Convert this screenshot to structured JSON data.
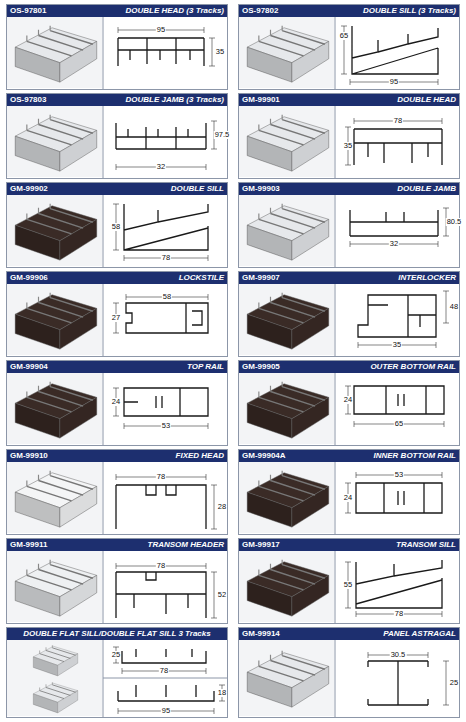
{
  "diagram": {
    "nodes": [
      {
        "text": [
          "OS-97801",
          "DOUBLE HEAD (3 Tracks)"
        ]
      },
      {
        "text": [
          "OS-97802",
          "DOUBLE SILL (3 Tracks)"
        ]
      },
      {
        "text": [
          "OS-97803",
          "DOUBLE JAMB (3 Tracks)"
        ]
      },
      {
        "text": [
          "GM-99901",
          "DOUBLE HEAD"
        ]
      },
      {
        "text": [
          "GM-99902",
          "DOUBLE SILL"
        ]
      },
      {
        "text": [
          "GM-99903",
          "DOUBLE JAMB"
        ]
      },
      {
        "text": [
          "GM-99906",
          "LOCKSTILE"
        ]
      },
      {
        "text": [
          "GM-99907",
          "INTERLOCKER"
        ]
      },
      {
        "text": [
          "GM-99904",
          "TOP RAIL"
        ]
      },
      {
        "text": [
          "GM-99905",
          "OUTER BOTTOM RAIL"
        ]
      },
      {
        "text": [
          "GM-99910",
          "FIXED HEAD"
        ]
      },
      {
        "text": [
          "GM-99904A",
          "INNER BOTTOM RAIL"
        ]
      },
      {
        "text": [
          "GM-99911",
          "TRANSOM HEADER"
        ]
      },
      {
        "text": [
          "GM-99917",
          "TRANSOM SILL"
        ]
      },
      {
        "text": [
          "DOUBLE FLAT SILL/DOUBLE FLAT SILL 3 Tracks"
        ]
      },
      {
        "text": [
          "GM-99914",
          "PANEL ASTRAGAL"
        ]
      }
    ],
    "labels": [
      "95",
      "35",
      "65",
      "95",
      "32",
      "97.5",
      "78",
      "35",
      "58",
      "78",
      "32",
      "80.5",
      "58",
      "27",
      "35",
      "48",
      "24",
      "53",
      "24",
      "65",
      "78",
      "28",
      "53",
      "24",
      "78",
      "52",
      "55",
      "78",
      "25",
      "78",
      "18",
      "95",
      "30.5",
      "25"
    ]
  }
}
